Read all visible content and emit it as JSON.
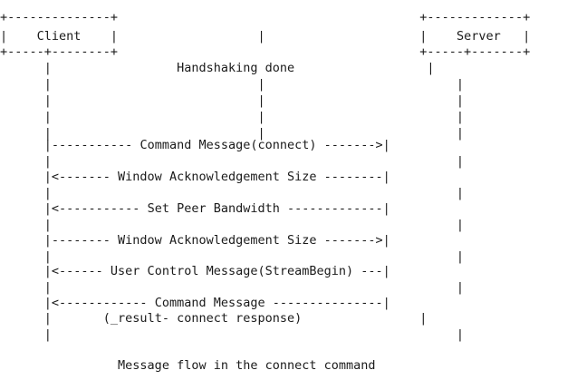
{
  "diagram": {
    "client_label": "Client",
    "server_label": "Server",
    "handshake_note": "Handshaking done",
    "messages": [
      {
        "label": "Command Message(connect)",
        "direction": "client-to-server"
      },
      {
        "label": "Window Acknowledgement Size",
        "direction": "server-to-client"
      },
      {
        "label": "Set Peer Bandwidth",
        "direction": "server-to-client"
      },
      {
        "label": "Window Acknowledgement Size",
        "direction": "client-to-server"
      },
      {
        "label": "User Control Message(StreamBegin)",
        "direction": "server-to-client"
      },
      {
        "label": "Command Message",
        "direction": "server-to-client"
      }
    ],
    "last_message_note": "(_result- connect response)",
    "caption": "Message flow in the connect command"
  }
}
